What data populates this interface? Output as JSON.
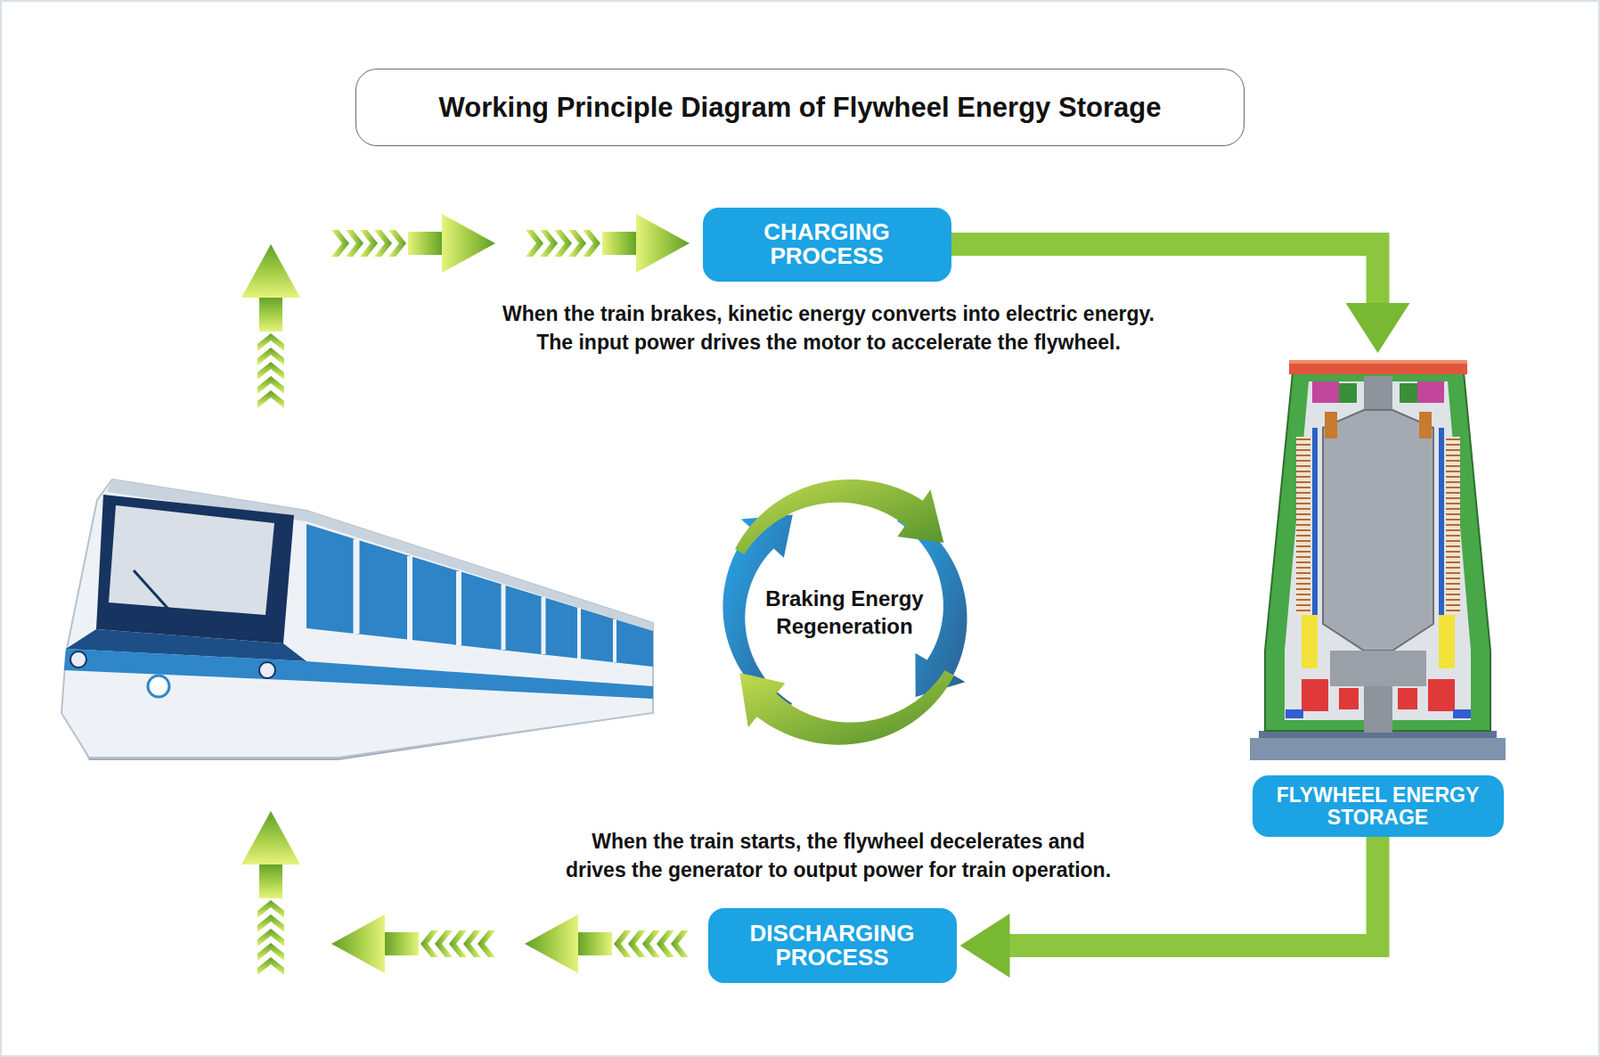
{
  "diagram": {
    "title": "Working Principle Diagram of Flywheel Energy Storage",
    "nodes": [
      {
        "text": [
          "CHARGING PROCESS"
        ]
      },
      {
        "text": [
          "FLYWHEEL ENERGY STORAGE"
        ]
      },
      {
        "text": [
          "Braking Energy Regeneration"
        ]
      },
      {
        "text": [
          "DISCHARGING PROCESS"
        ]
      }
    ],
    "edges": [
      {
        "from": 0,
        "to": 1,
        "arrow": "to"
      },
      {
        "from": 1,
        "to": 3,
        "arrow": "to"
      }
    ],
    "labels": [
      "When the train brakes, kinetic energy converts into electric energy. The input power drives the motor to accelerate the flywheel.",
      "When the train starts, the flywheel decelerates and drives the generator to output power for train operation."
    ]
  }
}
